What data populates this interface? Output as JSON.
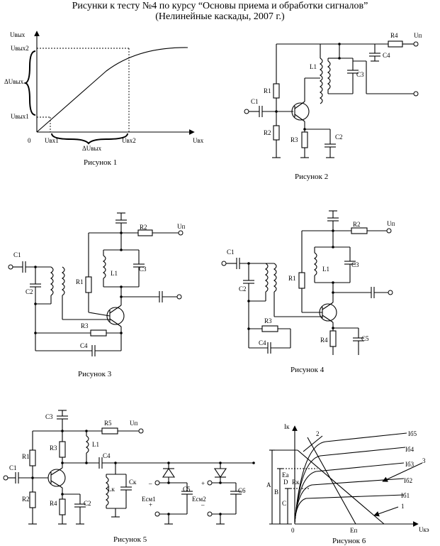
{
  "header": {
    "line1": "Рисунки к тесту №4 по курсу “Основы приема и обработки сигналов”",
    "line2": "(Нелинейные каскады, 2007 г.)"
  },
  "captions": {
    "fig1": "Рисунок 1",
    "fig2": "Рисунок 2",
    "fig3": "Рисунок 3",
    "fig4": "Рисунок 4",
    "fig5": "Рисунок 5",
    "fig6": "Рисунок 6"
  },
  "fig1": {
    "y_axis": "Uвых",
    "x_axis": "Uвх",
    "origin": "0",
    "u_out2": "Uвых2",
    "u_out1": "Uвых1",
    "delta_out": "ΔUвых",
    "u_in1": "Uвх1",
    "u_in2": "Uвх2",
    "delta_in": "ΔUвых"
  },
  "fig2": {
    "R4": "R4",
    "Un": "Uп",
    "C4": "C4",
    "L1": "L1",
    "C3": "C3",
    "R1": "R1",
    "C1": "C1",
    "R2": "R2",
    "R3": "R3",
    "C2": "C2"
  },
  "fig3": {
    "R2": "R2",
    "Un": "Uп",
    "L1": "L1",
    "C3": "C3",
    "C1": "C1",
    "C2": "C2",
    "R1": "R1",
    "R3": "R3",
    "C4": "C4"
  },
  "fig4": {
    "R2": "R2",
    "Un": "Uп",
    "L1": "L1",
    "C3": "C3",
    "C1": "C1",
    "C2": "C2",
    "R1": "R1",
    "R3": "R3",
    "R4": "R4",
    "C4": "C4",
    "C5": "C5"
  },
  "fig5": {
    "C3": "C3",
    "R5": "R5",
    "Un": "Uп",
    "R1": "R1",
    "R3": "R3",
    "L1": "L1",
    "C4": "C4",
    "C1": "C1",
    "Lk": "Lк",
    "Ck": "Cк",
    "R2": "R2",
    "R4": "R4",
    "C2": "C2",
    "C5": "C5",
    "C6": "C6",
    "Esm1": "Eсм1",
    "Esm2": "Eсм2"
  },
  "fig6": {
    "y_axis": "Iк",
    "x_axis": "Uкэ",
    "origin": "0",
    "Ep": "Eп",
    "A": "A",
    "B": "B",
    "C": "C",
    "D": "D",
    "Ea": "Ea",
    "Rk": "Rк",
    "curves": [
      "Iб5",
      "Iб4",
      "Iб3",
      "Iб2",
      "Iб1"
    ],
    "n1": "1",
    "n2": "2",
    "n3": "3"
  }
}
